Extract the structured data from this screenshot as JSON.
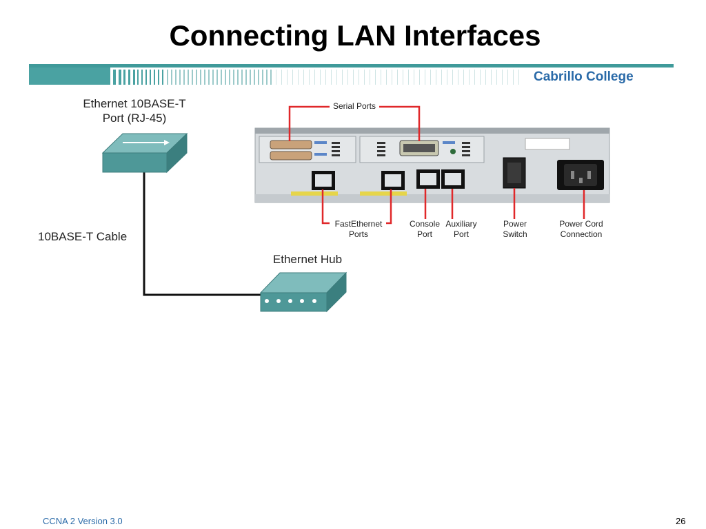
{
  "slide": {
    "title": "Connecting LAN Interfaces",
    "brand": "Cabrillo College",
    "footer_left": "CCNA 2 Version 3.0",
    "page_number": "26"
  },
  "diagram": {
    "labels": {
      "ethernet_port_line1": "Ethernet 10BASE-T",
      "ethernet_port_line2": "Port (RJ-45)",
      "cable": "10BASE-T Cable",
      "hub": "Ethernet Hub",
      "serial_ports": "Serial Ports",
      "fastethernet_line1": "FastEthernet",
      "fastethernet_line2": "Ports",
      "console_line1": "Console",
      "console_line2": "Port",
      "auxiliary_line1": "Auxiliary",
      "auxiliary_line2": "Port",
      "power_switch_line1": "Power",
      "power_switch_line2": "Switch",
      "power_cord_line1": "Power Cord",
      "power_cord_line2": "Connection"
    },
    "colors": {
      "callout": "#e0282a",
      "device_teal": "#4e9898",
      "cable": "#111111",
      "panel": "#d8dcdf"
    }
  }
}
